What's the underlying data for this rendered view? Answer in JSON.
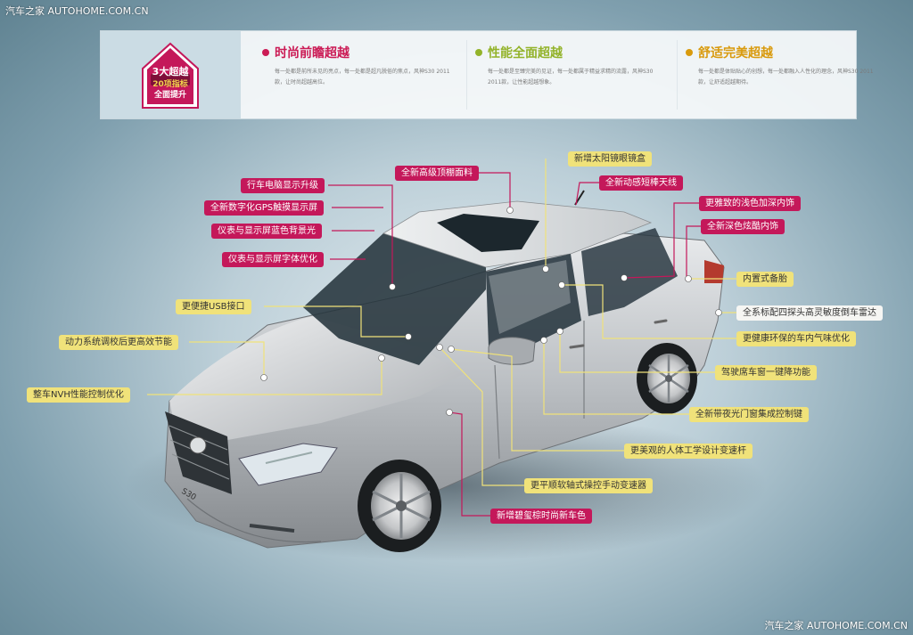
{
  "watermark": {
    "top": "汽车之家 AUTOHOME.COM.CN",
    "bottom": "汽车之家 AUTOHOME.COM.CN"
  },
  "banner": {
    "badge": {
      "line1": "3大超越",
      "line2": "20项指标",
      "line3": "全面提升"
    },
    "features": [
      {
        "title": "时尚前瞻超越",
        "desc": "每一处都是前所未见的亮点，每一处都是超凡脱俗的焦点，风神S30 2011款，让时尚超越高位。"
      },
      {
        "title": "性能全面超越",
        "desc": "每一处都是至臻完美的见证，每一处都属于精益求精的流露，风神S30 2011款，让性能超越想象。"
      },
      {
        "title": "舒适完美超越",
        "desc": "每一处都是体贴贴心的创想，每一处都融入人性化的理念，风神S30 2011款，让舒适超越期待。"
      }
    ]
  },
  "callouts": {
    "c1": "全新高级顶棚面料",
    "c2": "新增太阳镜眼镜盒",
    "c3": "全新动感短棒天线",
    "c4": "行车电脑显示升级",
    "c5": "全新数字化GPS触摸显示屏",
    "c6": "仪表与显示屏蓝色背景光",
    "c7": "仪表与显示屏字体优化",
    "c8": "更雅致的浅色加深内饰",
    "c9": "全新深色炫酷内饰",
    "c10": "内置式备胎",
    "c11": "更便捷USB接口",
    "c12": "全系标配四探头高灵敏度倒车雷达",
    "c13": "动力系统调校后更高效节能",
    "c14": "更健康环保的车内气味优化",
    "c15": "整车NVH性能控制优化",
    "c16": "驾驶席车窗一键降功能",
    "c17": "全新带夜光门窗集成控制键",
    "c18": "更美观的人体工学设计变速杆",
    "c19": "更平顺软轴式操控手动变速器",
    "c20": "新增碧玺棕时尚新车色"
  },
  "car": {
    "plate": "S30"
  },
  "colors": {
    "pink": "#c4185a",
    "yellow": "#f0e27a",
    "green": "#93b32a",
    "orange": "#d99a0d"
  }
}
